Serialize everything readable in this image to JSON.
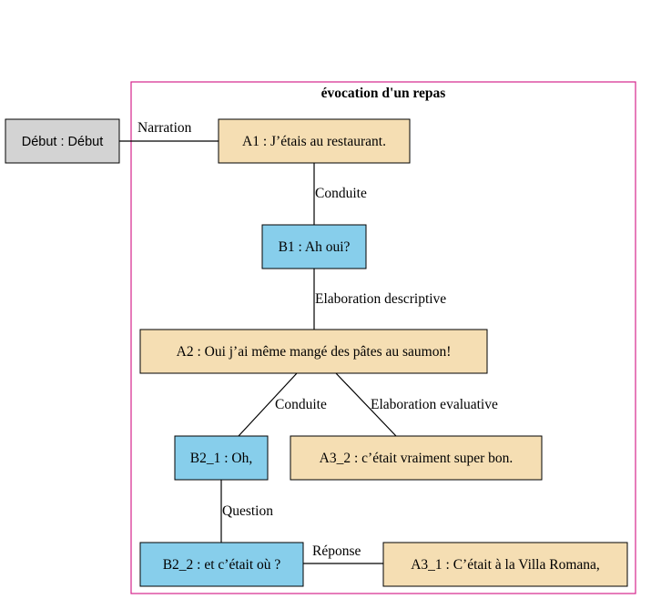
{
  "colors": {
    "cluster_border": "#d6248c",
    "cluster_title": "#c8248a",
    "node_gray": "#d3d3d3",
    "node_beige": "#f5deb3",
    "node_blue": "#87ceeb"
  },
  "cluster": {
    "title": "évocation d'un repas"
  },
  "nodes": {
    "debut": {
      "label": "Début : Début"
    },
    "a1": {
      "label": "A1 : J’étais au restaurant."
    },
    "b1": {
      "label": "B1 : Ah oui?"
    },
    "a2": {
      "label": "A2 : Oui j’ai même mangé des pâtes au saumon!"
    },
    "b2_1": {
      "label": "B2_1 : Oh,"
    },
    "a3_2": {
      "label": "A3_2 : c’était vraiment super bon."
    },
    "b2_2": {
      "label": "B2_2 : et c’était où ?"
    },
    "a3_1": {
      "label": "A3_1 : C’était à la Villa Romana,"
    }
  },
  "edges": {
    "debut_a1": {
      "label": "Narration"
    },
    "a1_b1": {
      "label": "Conduite"
    },
    "b1_a2": {
      "label": "Elaboration descriptive"
    },
    "a2_b2_1": {
      "label": "Conduite"
    },
    "a2_a3_2": {
      "label": "Elaboration evaluative"
    },
    "b2_1_b2_2": {
      "label": "Question"
    },
    "b2_2_a3_1": {
      "label": "Réponse"
    }
  }
}
